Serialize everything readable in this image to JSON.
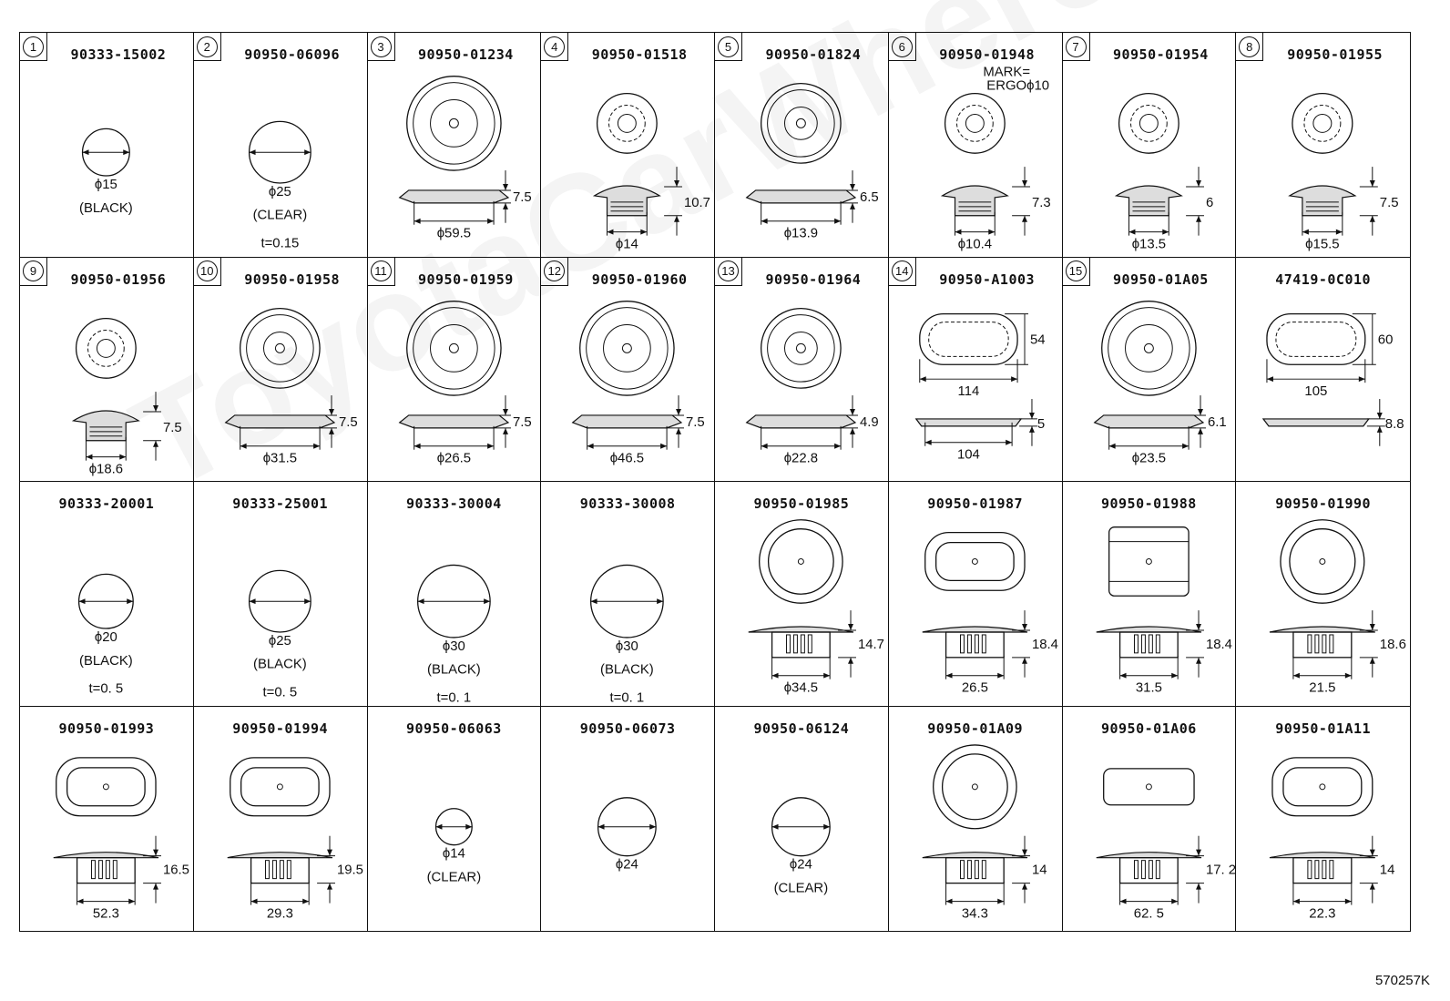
{
  "watermark": "ToyotaCarWhere.ru",
  "drawing_code": "570257K",
  "cells": [
    {
      "num": "1",
      "part": "90333-15002",
      "type": "cap",
      "labels": [
        "ϕ15",
        "(BLACK)"
      ]
    },
    {
      "num": "2",
      "part": "90950-06096",
      "type": "cap",
      "labels": [
        "ϕ25",
        "(CLEAR)",
        "t=0.15"
      ]
    },
    {
      "num": "3",
      "part": "90950-01234",
      "type": "ring",
      "labels": [
        "ϕ59.5",
        "7.5"
      ]
    },
    {
      "num": "4",
      "part": "90950-01518",
      "type": "plug",
      "labels": [
        "ϕ14",
        "10.7"
      ]
    },
    {
      "num": "5",
      "part": "90950-01824",
      "type": "ring",
      "labels": [
        "ϕ13.9",
        "6.5"
      ]
    },
    {
      "num": "6",
      "part": "90950-01948",
      "type": "plug",
      "labels": [
        "ϕ10.4",
        "7.3",
        "MARK=",
        "ERGOϕ10"
      ]
    },
    {
      "num": "7",
      "part": "90950-01954",
      "type": "plug",
      "labels": [
        "ϕ13.5",
        "6"
      ]
    },
    {
      "num": "8",
      "part": "90950-01955",
      "type": "plug",
      "labels": [
        "ϕ15.5",
        "7.5"
      ]
    },
    {
      "num": "9",
      "part": "90950-01956",
      "type": "plug",
      "labels": [
        "ϕ18.6",
        "7.5"
      ]
    },
    {
      "num": "10",
      "part": "90950-01958",
      "type": "ring",
      "labels": [
        "ϕ31.5",
        "7.5"
      ]
    },
    {
      "num": "11",
      "part": "90950-01959",
      "type": "ring",
      "labels": [
        "ϕ26.5",
        "7.5"
      ]
    },
    {
      "num": "12",
      "part": "90950-01960",
      "type": "ring",
      "labels": [
        "ϕ46.5",
        "7.5"
      ]
    },
    {
      "num": "13",
      "part": "90950-01964",
      "type": "ring",
      "labels": [
        "ϕ22.8",
        "4.9"
      ]
    },
    {
      "num": "14",
      "part": "90950-A1003",
      "type": "oval",
      "labels": [
        "104",
        "5",
        "114",
        "54"
      ]
    },
    {
      "num": "15",
      "part": "90950-01A05",
      "type": "ring",
      "labels": [
        "ϕ23.5",
        "6.1"
      ]
    },
    {
      "num": "",
      "part": "47419-0C010",
      "type": "oval",
      "labels": [
        "105",
        "8.8",
        "",
        "60"
      ]
    },
    {
      "num": "",
      "part": "90333-20001",
      "type": "cap",
      "labels": [
        "ϕ20",
        "(BLACK)",
        "t=0. 5"
      ]
    },
    {
      "num": "",
      "part": "90333-25001",
      "type": "cap",
      "labels": [
        "ϕ25",
        "(BLACK)",
        "t=0. 5"
      ]
    },
    {
      "num": "",
      "part": "90333-30004",
      "type": "cap",
      "labels": [
        "ϕ30",
        "(BLACK)",
        "t=0. 1"
      ]
    },
    {
      "num": "",
      "part": "90333-30008",
      "type": "cap",
      "labels": [
        "ϕ30",
        "(BLACK)",
        "t=0. 1"
      ]
    },
    {
      "num": "",
      "part": "90950-01985",
      "type": "clip",
      "labels": [
        "ϕ34.5",
        "14.7"
      ]
    },
    {
      "num": "",
      "part": "90950-01987",
      "type": "clip-oval",
      "labels": [
        "26.5",
        "18.4"
      ]
    },
    {
      "num": "",
      "part": "90950-01988",
      "type": "clip-square",
      "labels": [
        "31.5",
        "18.4"
      ]
    },
    {
      "num": "",
      "part": "90950-01990",
      "type": "clip",
      "labels": [
        "21.5",
        "18.6"
      ]
    },
    {
      "num": "",
      "part": "90950-01993",
      "type": "clip-oval",
      "labels": [
        "52.3",
        "16.5"
      ]
    },
    {
      "num": "",
      "part": "90950-01994",
      "type": "clip-oval",
      "labels": [
        "29.3",
        "19.5"
      ]
    },
    {
      "num": "",
      "part": "90950-06063",
      "type": "cap",
      "labels": [
        "ϕ14",
        "(CLEAR)"
      ]
    },
    {
      "num": "",
      "part": "90950-06073",
      "type": "cap",
      "labels": [
        "ϕ24"
      ]
    },
    {
      "num": "",
      "part": "90950-06124",
      "type": "cap",
      "labels": [
        "ϕ24",
        "(CLEAR)"
      ]
    },
    {
      "num": "",
      "part": "90950-01A09",
      "type": "clip",
      "labels": [
        "34.3",
        "14"
      ]
    },
    {
      "num": "",
      "part": "90950-01A06",
      "type": "clip-rect",
      "labels": [
        "62. 5",
        "17. 2"
      ]
    },
    {
      "num": "",
      "part": "90950-01A11",
      "type": "clip-oval",
      "labels": [
        "22.3",
        "14"
      ]
    }
  ]
}
